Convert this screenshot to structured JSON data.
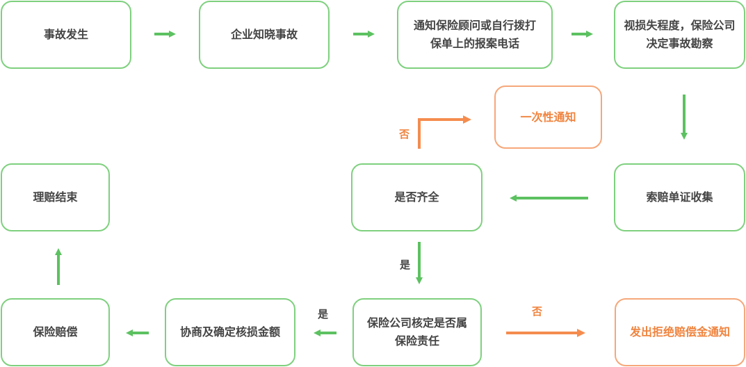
{
  "colors": {
    "green": "#5cc160",
    "green_border": "#7ed07e",
    "orange": "#f58c4e",
    "orange_text": "#f0843f",
    "text": "#444444"
  },
  "nodes": {
    "accident": "事故发生",
    "company_aware": "企业知晓事故",
    "notify": "通知保险顾问或自行拨打保单上的报案电话",
    "survey": "视损失程度，保险公司决定事故勘察",
    "one_time_notice": "一次性通知",
    "end": "理赔结束",
    "complete_check": "是否齐全",
    "collect_docs": "索赔单证收集",
    "insurance_pay": "保险赔偿",
    "negotiate": "协商及确定核损金额",
    "liability_check": "保险公司核定是否属保险责任",
    "rejection_notice": "发出拒绝赔偿金通知"
  },
  "labels": {
    "no_top": "否",
    "yes_mid": "是",
    "yes_bottom": "是",
    "no_bottom": "否"
  }
}
